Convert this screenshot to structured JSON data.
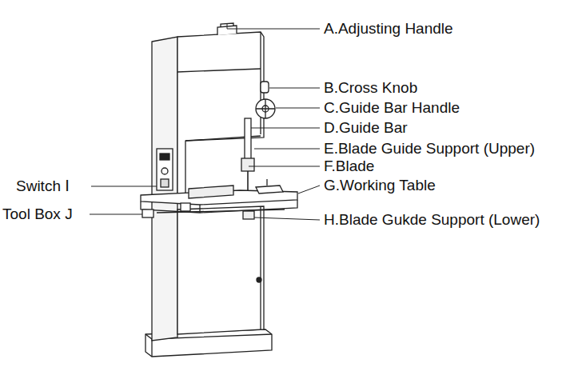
{
  "diagram": {
    "labels": [
      "A.Adjusting Handle",
      "B.Cross Knob",
      "C.Guide Bar Handle",
      "D.Guide Bar",
      "E.Blade Guide Support (Upper)",
      "F.Blade",
      "G.Working Table",
      "H.Blade Gukde Support (Lower)",
      "Switch Ⅰ",
      "Tool Box J"
    ]
  }
}
